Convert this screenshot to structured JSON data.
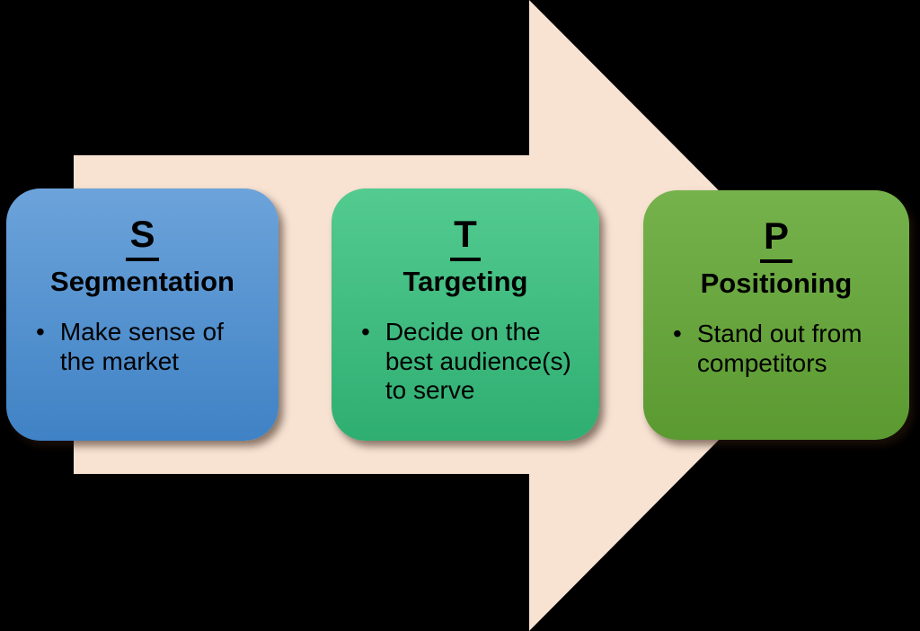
{
  "background_color": "#000000",
  "arrow": {
    "fill": "#F8E3D3"
  },
  "bullet_char": "•",
  "boxes": [
    {
      "letter": "S",
      "title": "Segmentation",
      "bullet_lines": [
        "Make sense of",
        "the market"
      ],
      "gradient_top": "#6CA3DA",
      "gradient_bottom": "#3F82C5"
    },
    {
      "letter": "T",
      "title": "Targeting",
      "bullet_lines": [
        "Decide on the",
        "best audience(s)",
        "to serve"
      ],
      "gradient_top": "#53CB90",
      "gradient_bottom": "#2FAE72"
    },
    {
      "letter": "P",
      "title": "Positioning",
      "bullet_lines": [
        "Stand out from",
        "competitors"
      ],
      "gradient_top": "#76B24C",
      "gradient_bottom": "#5B9931"
    }
  ]
}
